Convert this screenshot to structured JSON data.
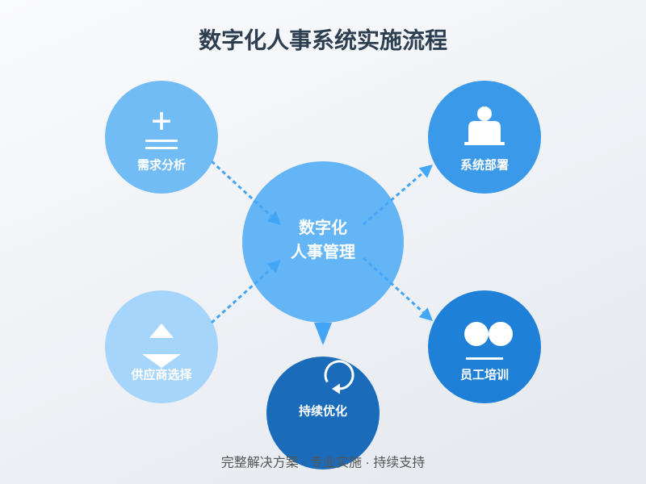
{
  "title": "数字化人事系统实施流程",
  "center": {
    "line1": "数字化",
    "line2": "人事管理",
    "color": "#64b5f6"
  },
  "nodes": [
    {
      "label": "需求分析",
      "icon": "plus-equals-icon",
      "color": "#72bcf6"
    },
    {
      "label": "系统部署",
      "icon": "person-laptop-icon",
      "color": "#3a99e9"
    },
    {
      "label": "供应商选择",
      "icon": "up-down-triangles-icon",
      "color": "#a6d5fb"
    },
    {
      "label": "持续优化",
      "icon": "refresh-icon",
      "color": "#1a6cba"
    },
    {
      "label": "员工培训",
      "icon": "two-people-icon",
      "color": "#1f80d8"
    }
  ],
  "colors": {
    "arrow": "#42a5f5",
    "icon": "#ffffff",
    "title": "#2c3e50",
    "footer": "#555555"
  },
  "footer": "完整解决方案 · 专业实施 · 持续支持"
}
